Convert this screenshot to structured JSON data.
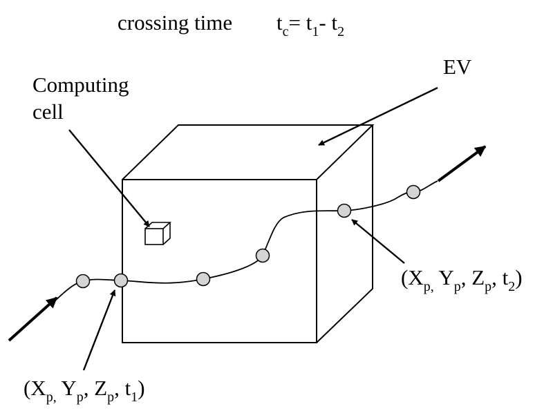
{
  "header": {
    "crossing_label": "crossing time",
    "formula": {
      "t": "t",
      "c_sub": "c",
      "eq": "= ",
      "t1": "t",
      "sub1": "1",
      "minus": "- ",
      "t2": "t",
      "sub2": "2"
    }
  },
  "labels": {
    "computing_line1": "Computing",
    "computing_line2": "cell",
    "ev": "EV"
  },
  "coord_exit": {
    "open": "(X",
    "sub_p1": "p,",
    "y": " Y",
    "sub_p2": "p",
    "z": ", Z",
    "sub_p3": "p",
    "t": ", t",
    "sub_t": "2",
    "close": ")"
  },
  "coord_entry": {
    "open": "(X",
    "sub_p1": "p,",
    "y": " Y",
    "sub_p2": "p",
    "z": ", Z",
    "sub_p3": "p",
    "t": ", t",
    "sub_t": "1",
    "close": ")"
  },
  "colors": {
    "stroke": "#000000",
    "particle_fill": "#d4d4d4"
  }
}
